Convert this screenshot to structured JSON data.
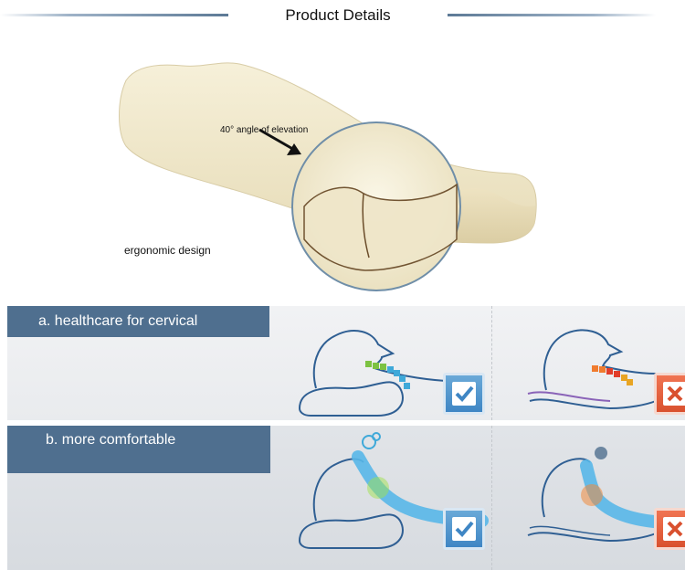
{
  "header": {
    "title": "Product Details"
  },
  "pillow": {
    "angle_label": "40° angle of elevation",
    "design_label": "ergonomic design"
  },
  "sections": [
    {
      "label": "a. healthcare for cervical"
    },
    {
      "label": "b. more comfortable"
    }
  ],
  "icons": {
    "good": "check-icon",
    "bad": "cross-icon"
  },
  "colors": {
    "tab": "#4f6f8f",
    "check": "#3f86c4",
    "cross": "#d9512f",
    "spine": "#58b7e8"
  }
}
